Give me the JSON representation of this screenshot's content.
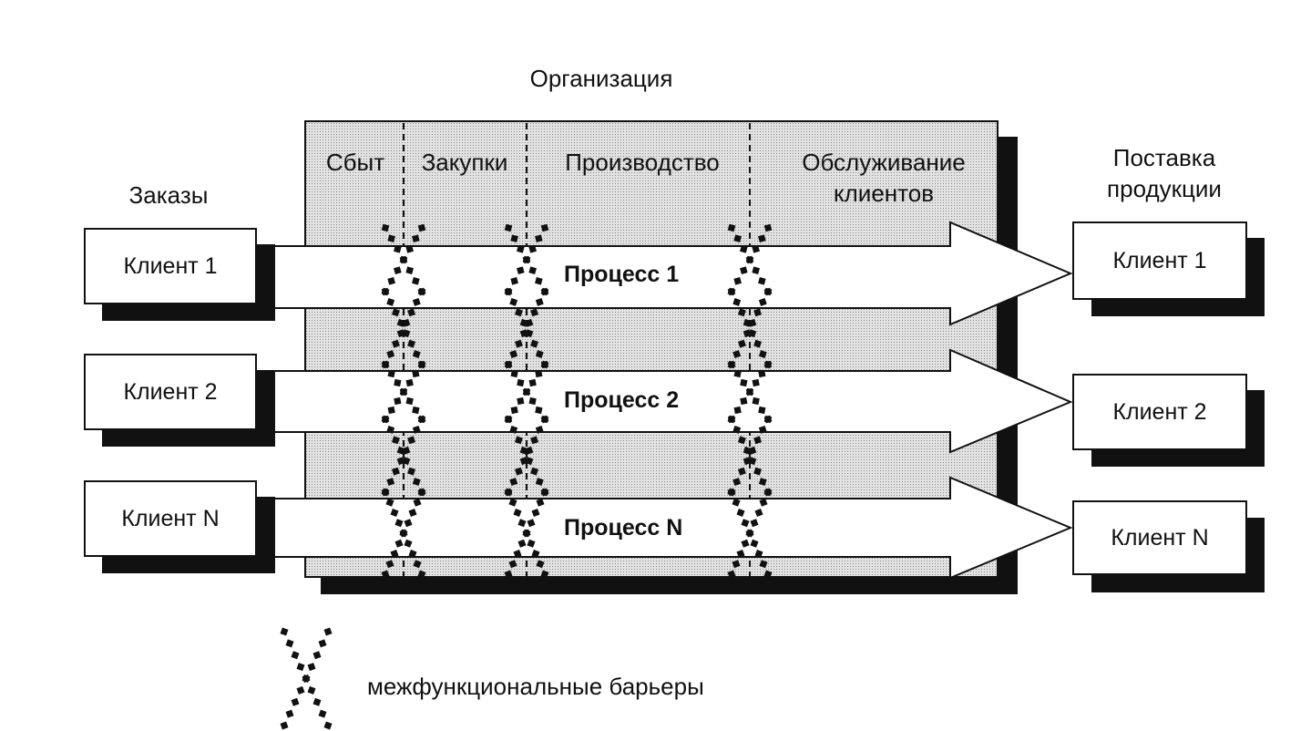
{
  "title": "Организация",
  "orders_label": "Заказы",
  "delivery_label": "Поставка продукции",
  "departments": [
    "Сбыт",
    "Закупки",
    "Производство",
    "Обслуживание клиентов"
  ],
  "clients_in": [
    "Клиент 1",
    "Клиент 2",
    "Клиент N"
  ],
  "processes": [
    "Процесс 1",
    "Процесс 2",
    "Процесс N"
  ],
  "clients_out": [
    "Клиент 1",
    "Клиент 2",
    "Клиент N"
  ],
  "legend": {
    "label": "межфункциональные барьеры",
    "icon": "dotted-x-barrier-icon"
  },
  "colors": {
    "stroke": "#111111",
    "org_fill": "#cfcfcf",
    "shadow": "#111111"
  }
}
